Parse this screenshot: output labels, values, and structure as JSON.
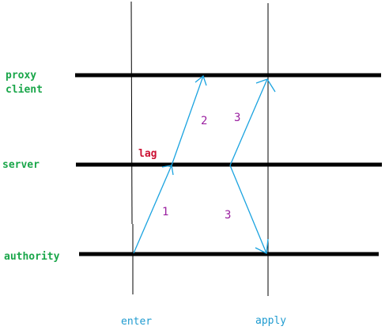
{
  "lanes": {
    "proxy_line1": "proxy",
    "proxy_line2": "client",
    "server": "server",
    "authority": "authority"
  },
  "annotations": {
    "lag": "lag",
    "step1": "1",
    "step2": "2",
    "step3_upper": "3",
    "step3_lower": "3"
  },
  "time_markers": {
    "enter": "enter",
    "apply": "apply"
  },
  "colors": {
    "lane_label": "#1aa64a",
    "lag_label": "#cc1133",
    "step_label": "#9a1fa0",
    "axis_label": "#1f9bd0",
    "arrow": "#1aa3e0",
    "line": "#000000"
  }
}
